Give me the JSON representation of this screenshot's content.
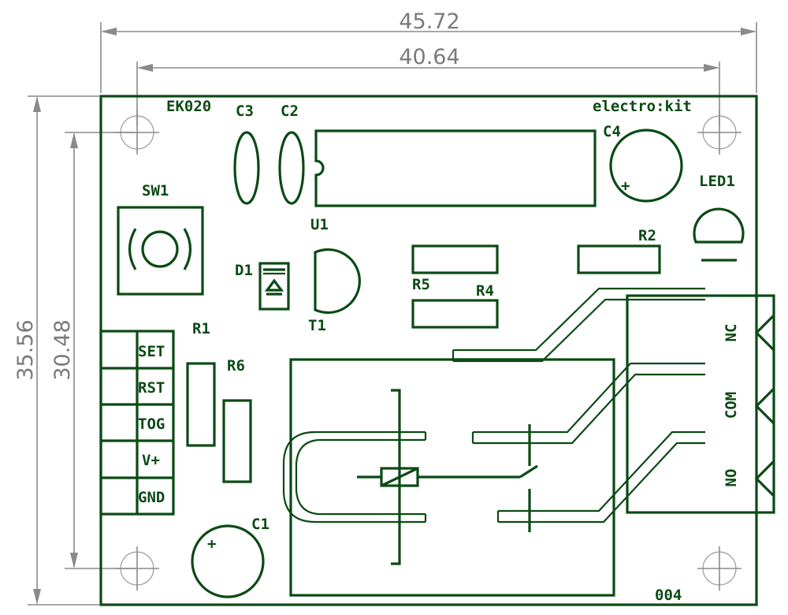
{
  "dimensions": {
    "outer_width": "45.72",
    "inner_width": "40.64",
    "outer_height": "35.56",
    "inner_height": "30.48"
  },
  "board": {
    "name": "EK020",
    "brand": "electro:kit",
    "revision": "004"
  },
  "components": {
    "c1": "C1",
    "c2": "C2",
    "c3": "C3",
    "c4": "C4",
    "sw1": "SW1",
    "u1": "U1",
    "led1": "LED1",
    "d1": "D1",
    "t1": "T1",
    "r1": "R1",
    "r2": "R2",
    "r4": "R4",
    "r5": "R5",
    "r6": "R6"
  },
  "header_pins": [
    "SET",
    "RST",
    "TOG",
    "V+",
    "GND"
  ],
  "terminal_pins": [
    "NC",
    "COM",
    "NO"
  ],
  "polarity_mark": "+",
  "colors": {
    "silkscreen": "#0b4a14",
    "dimension": "#8a8a8a",
    "background": "#ffffff"
  }
}
